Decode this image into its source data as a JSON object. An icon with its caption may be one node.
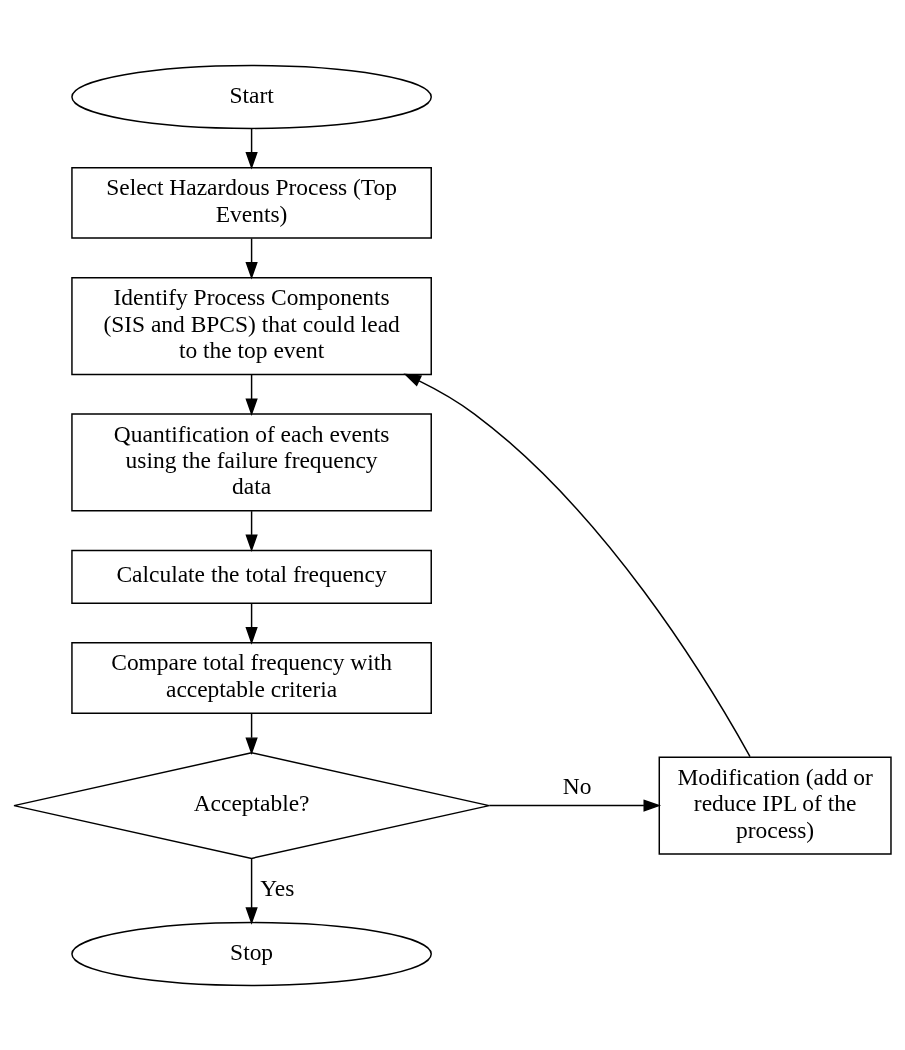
{
  "diagram": {
    "nodes": [
      {
        "text": [
          "Start"
        ]
      },
      {
        "text": [
          "Select Hazardous Process (Top Events)"
        ]
      },
      {
        "text": [
          "Identify Process Components (SIS and BPCS) that could lead to the top event"
        ]
      },
      {
        "text": [
          "Quantification of each events using the failure frequency data"
        ]
      },
      {
        "text": [
          "Calculate the total frequency"
        ]
      },
      {
        "text": [
          "Compare total frequency with acceptable criteria"
        ]
      },
      {
        "text": [
          "Acceptable?"
        ]
      },
      {
        "text": [
          "Modification (add or reduce IPL of the process)"
        ]
      },
      {
        "text": [
          "Stop"
        ]
      }
    ],
    "edges": [
      {
        "from": 0,
        "to": 1,
        "arrow": "to"
      },
      {
        "from": 1,
        "to": 2,
        "arrow": "to"
      },
      {
        "from": 2,
        "to": 3,
        "arrow": "to"
      },
      {
        "from": 3,
        "to": 4,
        "arrow": "to"
      },
      {
        "from": 4,
        "to": 5,
        "arrow": "to"
      },
      {
        "from": 5,
        "to": 6,
        "arrow": "to"
      },
      {
        "from": 6,
        "to": 7,
        "label": "No",
        "arrow": "to"
      },
      {
        "from": 7,
        "to": 2,
        "arrow": "to"
      },
      {
        "from": 6,
        "to": 8,
        "label": "Yes",
        "arrow": "to"
      }
    ]
  }
}
